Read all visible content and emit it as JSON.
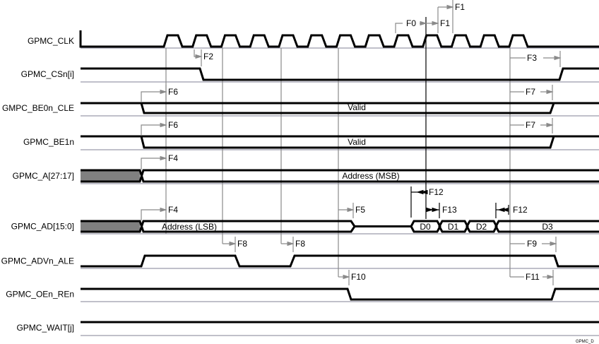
{
  "diagram": {
    "signals": [
      {
        "name": "GPMC_CLK"
      },
      {
        "name": "GPMC_CSn[i]"
      },
      {
        "name": "GMPC_BE0n_CLE",
        "bus": [
          "Valid"
        ]
      },
      {
        "name": "GPMC_BE1n",
        "bus": [
          "Valid"
        ]
      },
      {
        "name": "GPMC_A[27:17]",
        "bus": [
          "Address (MSB)"
        ]
      },
      {
        "name": "GPMC_AD[15:0]",
        "bus": [
          "Address (LSB)",
          "D0",
          "D1",
          "D2",
          "D3"
        ]
      },
      {
        "name": "GPMC_ADVn_ALE"
      },
      {
        "name": "GPMC_OEn_REn"
      },
      {
        "name": "GPMC_WAIT[j]"
      }
    ],
    "timing_labels": [
      "F0",
      "F1",
      "F1",
      "F2",
      "F3",
      "F6",
      "F7",
      "F6",
      "F7",
      "F4",
      "F4",
      "F5",
      "F12",
      "F13",
      "F12",
      "F8",
      "F8",
      "F9",
      "F10",
      "F11"
    ],
    "footer_id": "GPMC_D",
    "colors": {
      "signal": "#000000",
      "guide": "#8a8a8a",
      "separator": "#9a9aaa",
      "undefined_fill": "#808080"
    }
  }
}
